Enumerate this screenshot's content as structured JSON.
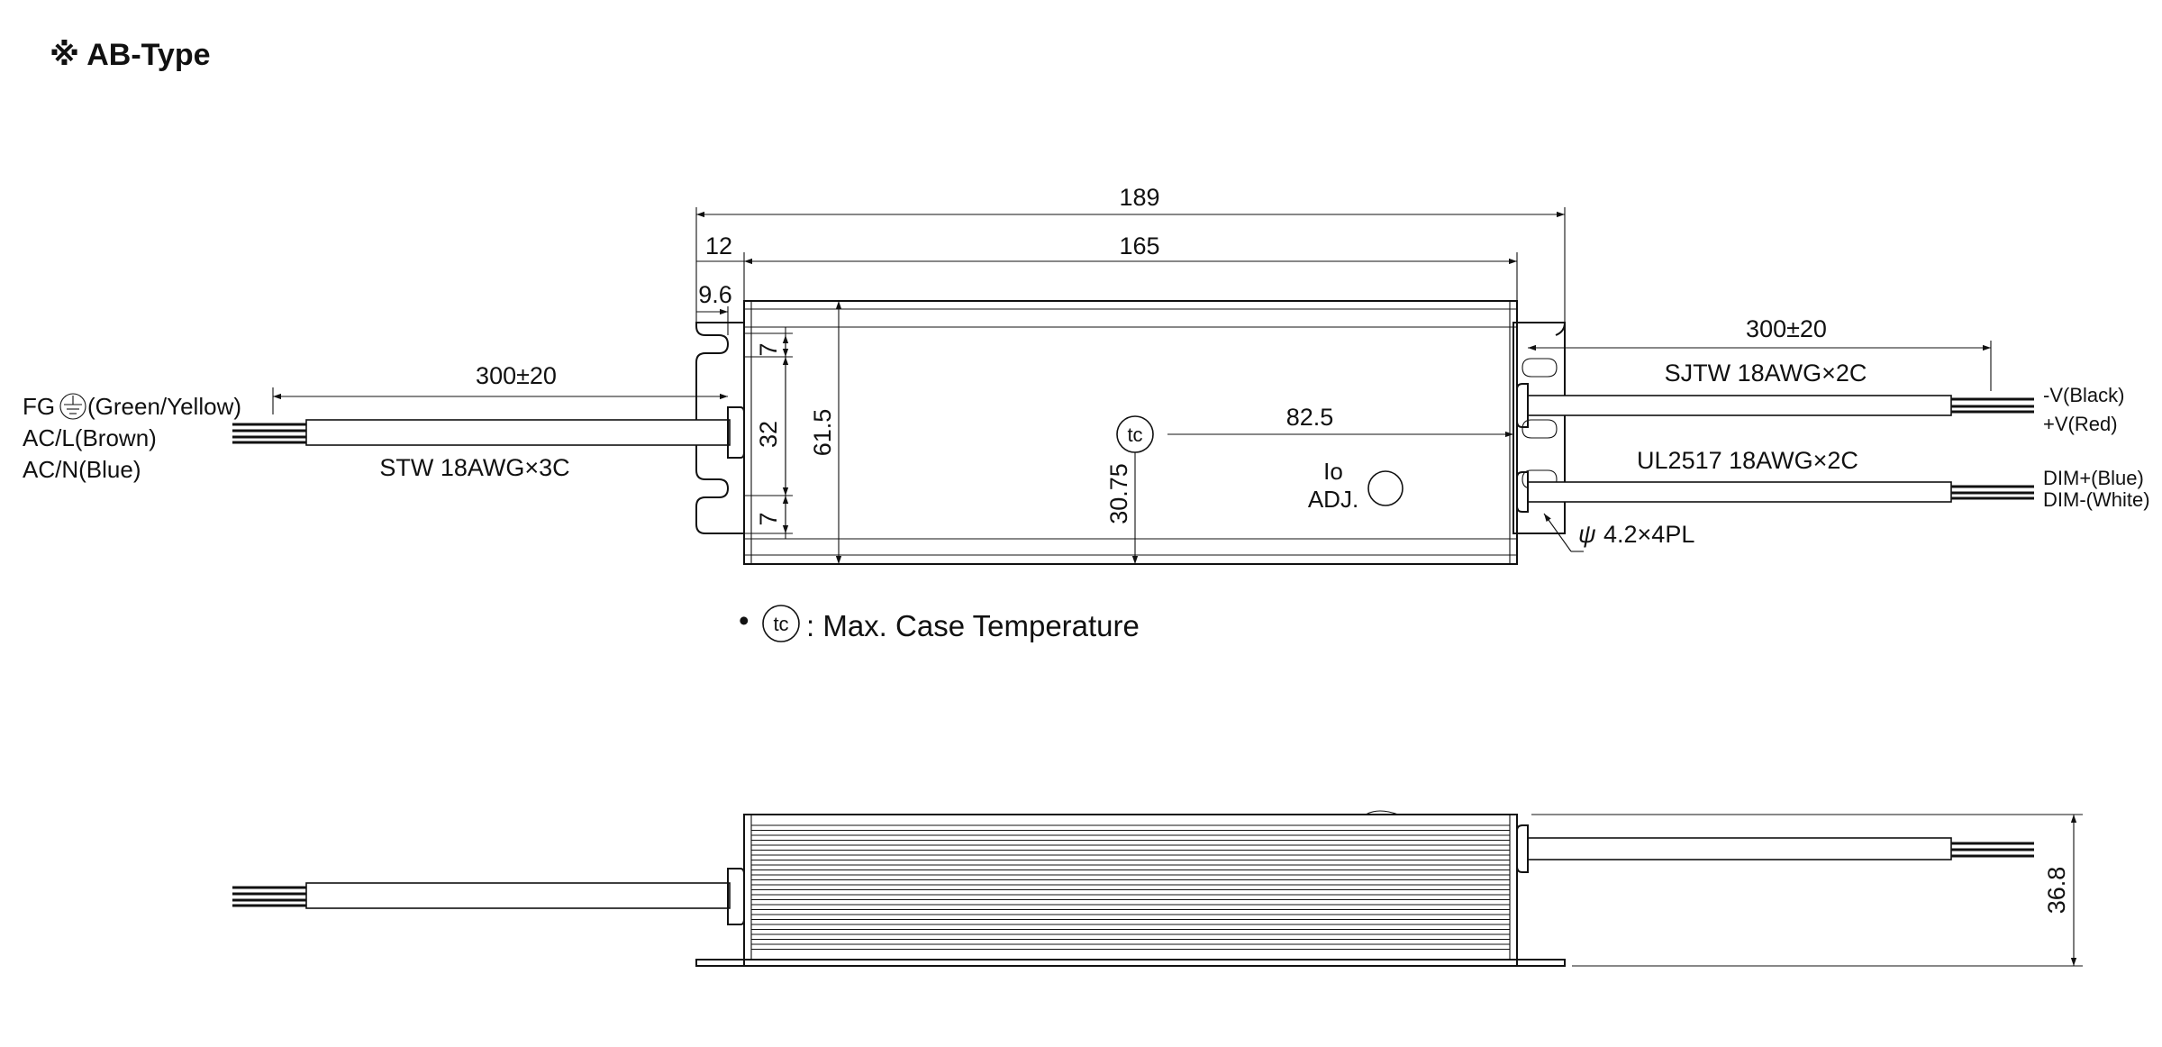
{
  "title": "※ AB-Type",
  "top_view": {
    "dim_overall": "189",
    "dim_body": "165",
    "dim_flange": "12",
    "dim_hole_offset": "9.6",
    "dim_height": "61.5",
    "dim_hole_pitch": "32",
    "dim_hole_top": "7",
    "dim_hole_bottom": "7",
    "dim_tc_x": "82.5",
    "dim_tc_y": "30.75",
    "dim_input_cable": "300±20",
    "dim_output_cable": "300±20",
    "input_cable_spec": "STW 18AWG×3C",
    "output_cable_spec": "SJTW 18AWG×2C",
    "dim_cable_spec": "UL2517 18AWG×2C",
    "mount_hole": "4.2×4PL",
    "mount_hole_symbol": "ψ",
    "tc_symbol": "tc",
    "io_adj_line1": "Io",
    "io_adj_line2": "ADJ.",
    "wire_fg_prefix": "FG",
    "wire_fg_suffix": "(Green/Yellow)",
    "wire_acl": "AC/L(Brown)",
    "wire_acn": "AC/N(Blue)",
    "wire_vneg": "-V(Black)",
    "wire_vpos": "+V(Red)",
    "wire_dimpos": "DIM+(Blue)",
    "wire_dimneg": "DIM-(White)"
  },
  "legend": {
    "bullet": "•",
    "symbol": "tc",
    "text": ": Max. Case Temperature"
  },
  "side_view": {
    "dim_height": "36.8"
  }
}
